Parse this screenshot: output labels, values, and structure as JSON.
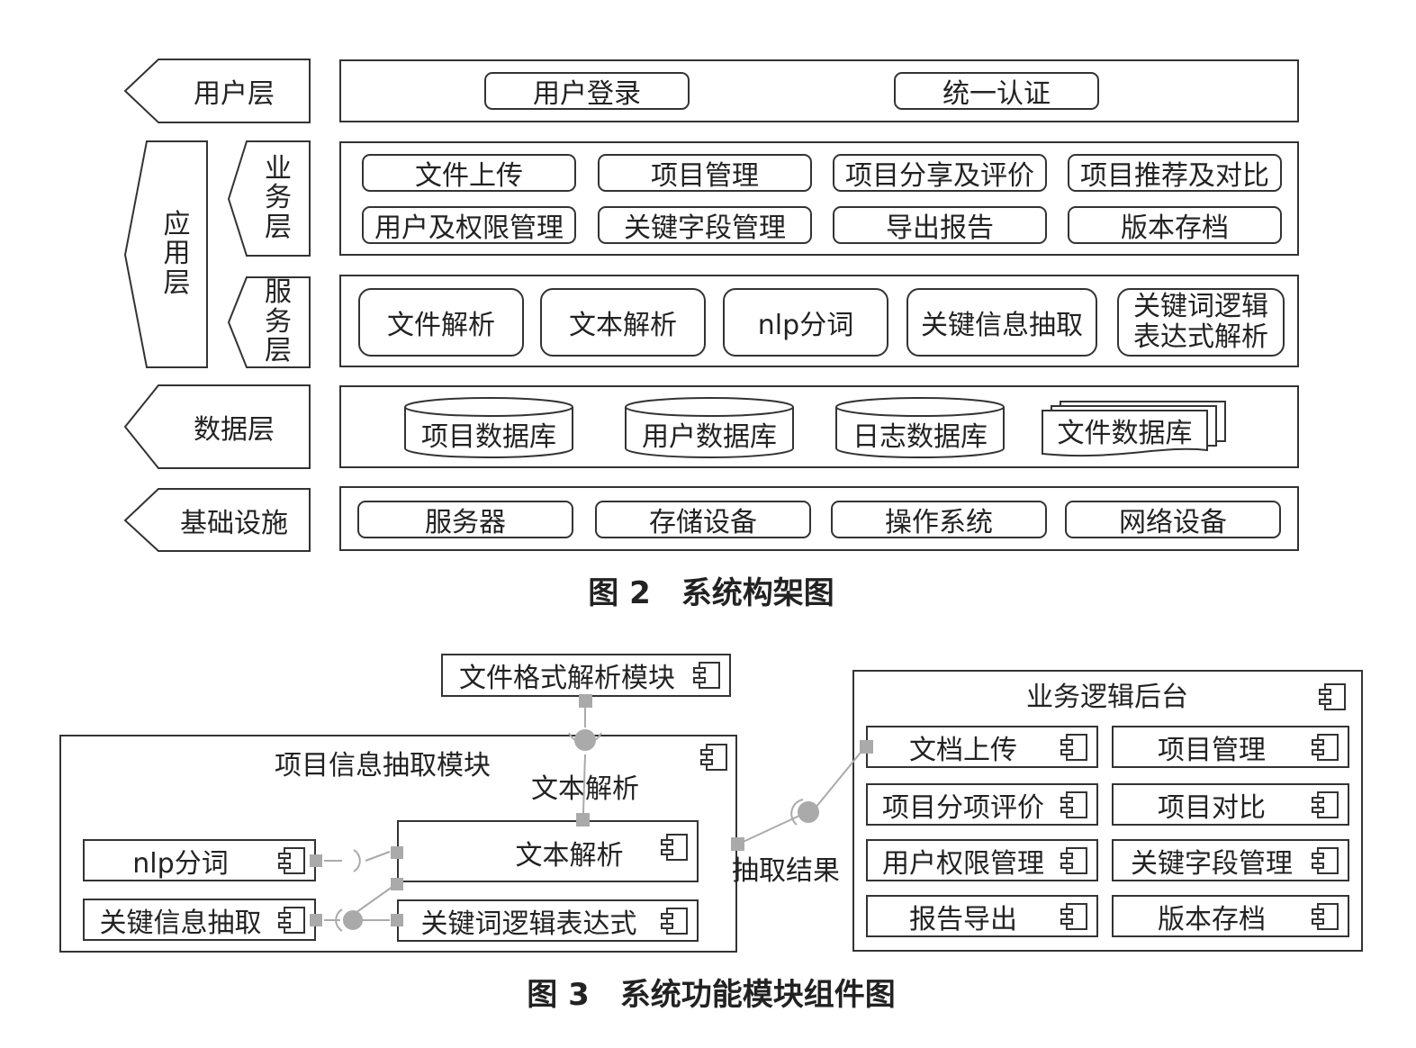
{
  "figure2": {
    "caption": "图 2　系统构架图",
    "layers": {
      "user": "用户层",
      "app": [
        "应",
        "用",
        "层"
      ],
      "business": [
        "业",
        "务",
        "层"
      ],
      "service": [
        "服",
        "务",
        "层"
      ],
      "data": "数据层",
      "infra": "基础设施"
    },
    "user_items": [
      "用户登录",
      "统一认证"
    ],
    "business_items": [
      "文件上传",
      "项目管理",
      "项目分享及评价",
      "项目推荐及对比",
      "用户及权限管理",
      "关键字段管理",
      "导出报告",
      "版本存档"
    ],
    "service_items": [
      "文件解析",
      "文本解析",
      "nlp分词",
      "关键信息抽取"
    ],
    "service_multi": [
      "关键词逻辑",
      "表达式解析"
    ],
    "databases": [
      "项目数据库",
      "用户数据库",
      "日志数据库"
    ],
    "file_store": "文件数据库",
    "infra_items": [
      "服务器",
      "存储设备",
      "操作系统",
      "网络设备"
    ]
  },
  "figure3": {
    "caption": "图 3　系统功能模块组件图",
    "file_format_module": "文件格式解析模块",
    "info_module": {
      "title": "项目信息抽取模块",
      "interface_label": "文本解析",
      "text_parse": "文本解析",
      "nlp": "nlp分词",
      "key_info": "关键信息抽取",
      "keyword_expr": "关键词逻辑表达式"
    },
    "extract_result": "抽取结果",
    "backend": {
      "title": "业务逻辑后台",
      "items": [
        "文档上传",
        "项目管理",
        "项目分项评价",
        "项目对比",
        "用户权限管理",
        "关键字段管理",
        "报告导出",
        "版本存档"
      ]
    }
  },
  "icons": {
    "layer_arrow": "left-pointing-pentagon-arrow",
    "component": "uml-component-icon",
    "database": "database-cylinder-icon",
    "document_stack": "document-stack-icon",
    "interface_ball": "provided-interface-ball",
    "interface_socket": "required-interface-socket",
    "port": "port-square"
  },
  "colors": {
    "line": "#333333",
    "connector": "#aaaaaa",
    "background": "#ffffff"
  }
}
